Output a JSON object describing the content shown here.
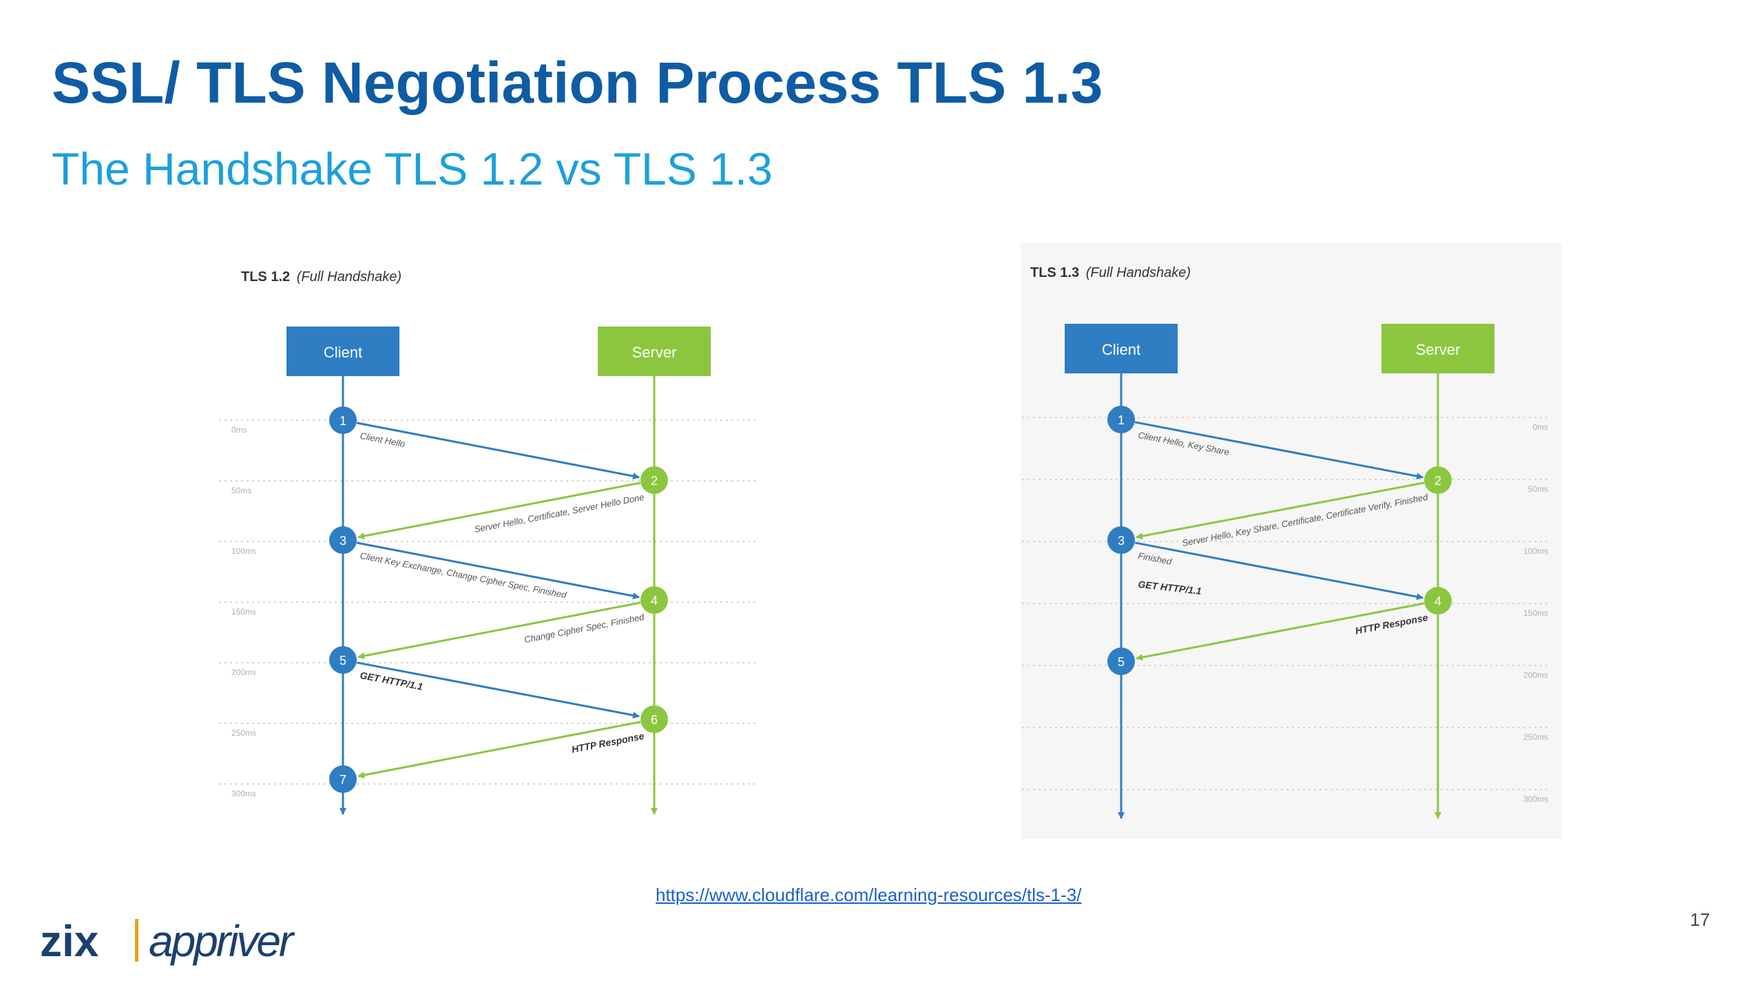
{
  "slide": {
    "title": "SSL/ TLS Negotiation Process TLS 1.3",
    "subtitle": "The Handshake TLS 1.2 vs TLS 1.3",
    "source_url": "https://www.cloudflare.com/learning-resources/tls-1-3/",
    "page_number": "17"
  },
  "logo": {
    "brand1": "zix",
    "brand2": "appriver",
    "colors": {
      "zix": "#1c3f6e",
      "separator": "#e9a21b",
      "appriver": "#1c3f6e"
    }
  },
  "colors": {
    "client": "#2f7dc3",
    "server": "#8cc63f",
    "title": "#0f5ca4",
    "subtitle": "#1ca0dc"
  },
  "diagrams": {
    "tls12": {
      "title": "TLS 1.2",
      "title_suffix": "(Full Handshake)",
      "client_label": "Client",
      "server_label": "Server",
      "time_labels": [
        "0ms",
        "50ms",
        "100ms",
        "150ms",
        "200ms",
        "250ms",
        "300ms"
      ],
      "steps": [
        {
          "n": "1",
          "side": "client"
        },
        {
          "n": "2",
          "side": "server"
        },
        {
          "n": "3",
          "side": "client"
        },
        {
          "n": "4",
          "side": "server"
        },
        {
          "n": "5",
          "side": "client"
        },
        {
          "n": "6",
          "side": "server"
        },
        {
          "n": "7",
          "side": "client"
        }
      ],
      "messages": [
        {
          "from": "1",
          "to": "2",
          "text": "Client Hello",
          "bold": false
        },
        {
          "from": "2",
          "to": "3",
          "text": "Server Hello, Certificate, Server Hello Done",
          "bold": false
        },
        {
          "from": "3",
          "to": "4",
          "text": "Client Key Exchange, Change Cipher Spec, Finished",
          "bold": false
        },
        {
          "from": "4",
          "to": "5",
          "text": "Change Cipher Spec, Finished",
          "bold": false
        },
        {
          "from": "5",
          "to": "6",
          "text": "GET HTTP/1.1",
          "bold": true
        },
        {
          "from": "6",
          "to": "7",
          "text": "HTTP Response",
          "bold": true
        }
      ]
    },
    "tls13": {
      "title": "TLS 1.3",
      "title_suffix": "(Full Handshake)",
      "client_label": "Client",
      "server_label": "Server",
      "time_labels": [
        "0ms",
        "50ms",
        "100ms",
        "150ms",
        "200ms",
        "250ms",
        "300ms"
      ],
      "steps": [
        {
          "n": "1",
          "side": "client"
        },
        {
          "n": "2",
          "side": "server"
        },
        {
          "n": "3",
          "side": "client"
        },
        {
          "n": "4",
          "side": "server"
        },
        {
          "n": "5",
          "side": "client"
        }
      ],
      "messages": [
        {
          "from": "1",
          "to": "2",
          "text": "Client Hello, Key Share",
          "bold": false
        },
        {
          "from": "2",
          "to": "3",
          "text": "Server Hello, Key Share, Certificate, Certificate Verify, Finished",
          "bold": false
        },
        {
          "from": "3",
          "to": "4",
          "text": "Finished",
          "bold": false
        },
        {
          "from": "3",
          "to": "4",
          "text": "GET HTTP/1.1",
          "bold": true
        },
        {
          "from": "4",
          "to": "5",
          "text": "HTTP Response",
          "bold": true
        }
      ]
    }
  }
}
